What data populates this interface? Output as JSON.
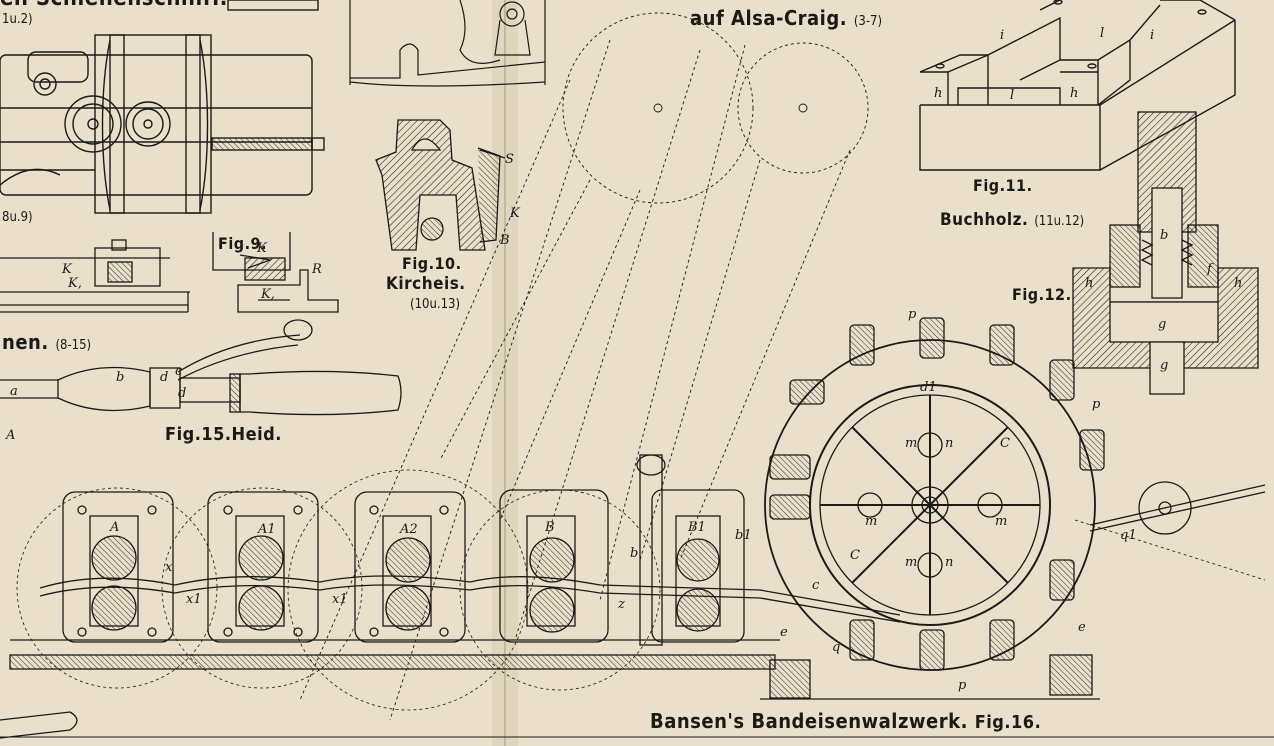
{
  "headings": {
    "top_left": "en Schienenschniff.",
    "top_left_ref": "1u.2)",
    "top_center": "auf Alsa-Craig.",
    "top_center_ref": "(3-7)",
    "left_ref": "8u.9)",
    "nen": "nen.",
    "nen_ref": "(8-15)"
  },
  "figures": {
    "fig9": "Fig.9.",
    "fig10": "Fig.10.",
    "fig10_name": "Kircheis.",
    "fig10_ref": "(10u.13)",
    "fig11": "Fig.11.",
    "fig11_name": "Buchholz.",
    "fig11_ref": "(11u.12)",
    "fig12": "Fig.12.",
    "fig15": "Fig.15.Heid.",
    "fig16_name": "Bansen's Bandeisenwalzwerk.",
    "fig16": "Fig.16."
  },
  "letters": {
    "K": "K",
    "K1": "K,",
    "R": "R",
    "S": "S",
    "B": "B",
    "A": "A",
    "a": "a",
    "b": "b",
    "c": "c",
    "d": "d",
    "h": "h",
    "i": "i",
    "l": "l",
    "g": "g",
    "p": "p",
    "f": "f",
    "m": "m",
    "n": "n",
    "C": "C",
    "e": "e",
    "q": "q",
    "q1": "q1",
    "x": "x",
    "x1": "x1",
    "z": "z",
    "A1": "A1",
    "A2": "A2",
    "B1": "B1",
    "b1": "b1",
    "d1": "d1"
  },
  "colors": {
    "paper": "#e9dfca",
    "ink": "#1c1a17"
  }
}
